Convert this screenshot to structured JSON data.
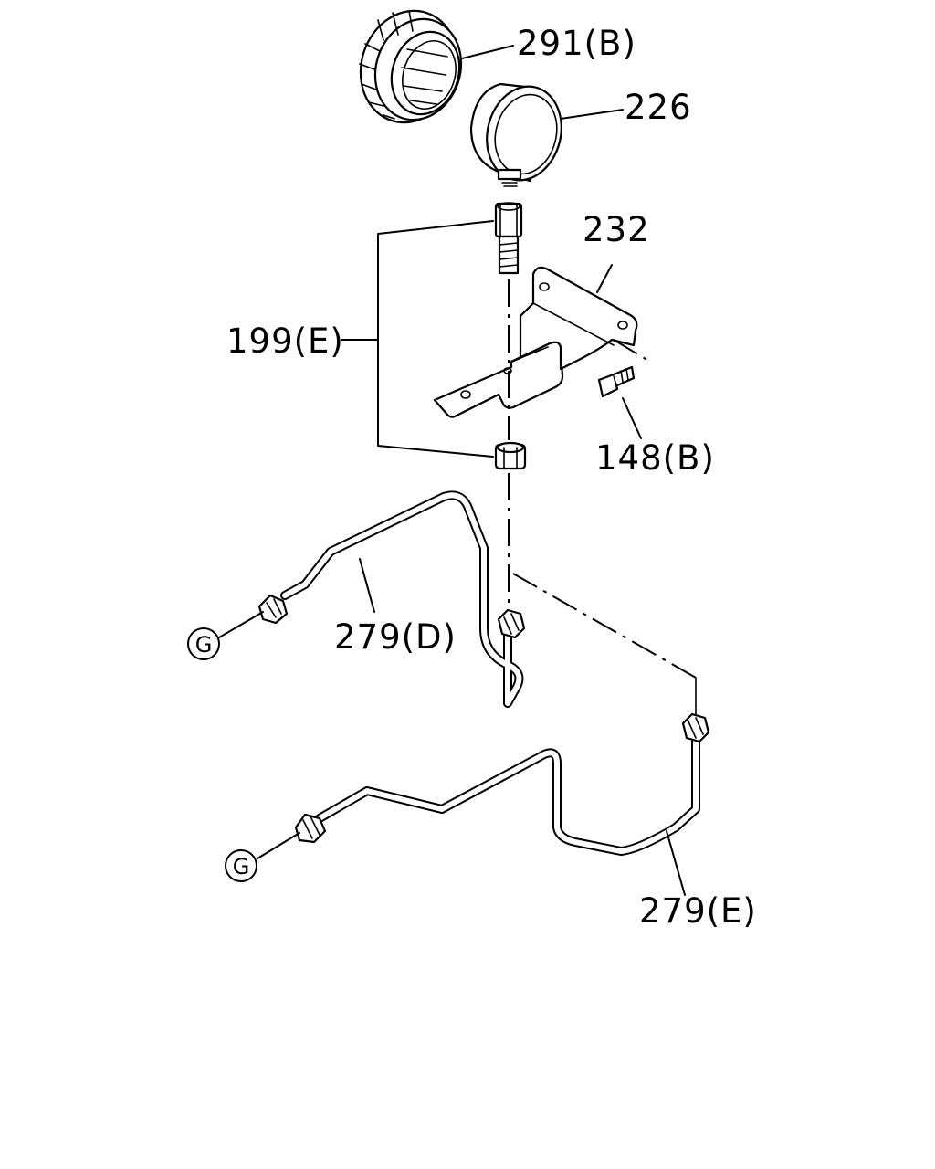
{
  "labels": {
    "p291b": "291(B)",
    "p226": "226",
    "p232": "232",
    "p199e": "199(E)",
    "p148b": "148(B)",
    "p279d": "279(D)",
    "p279e": "279(E)"
  },
  "markers": {
    "g1": "G",
    "g2": "G"
  }
}
